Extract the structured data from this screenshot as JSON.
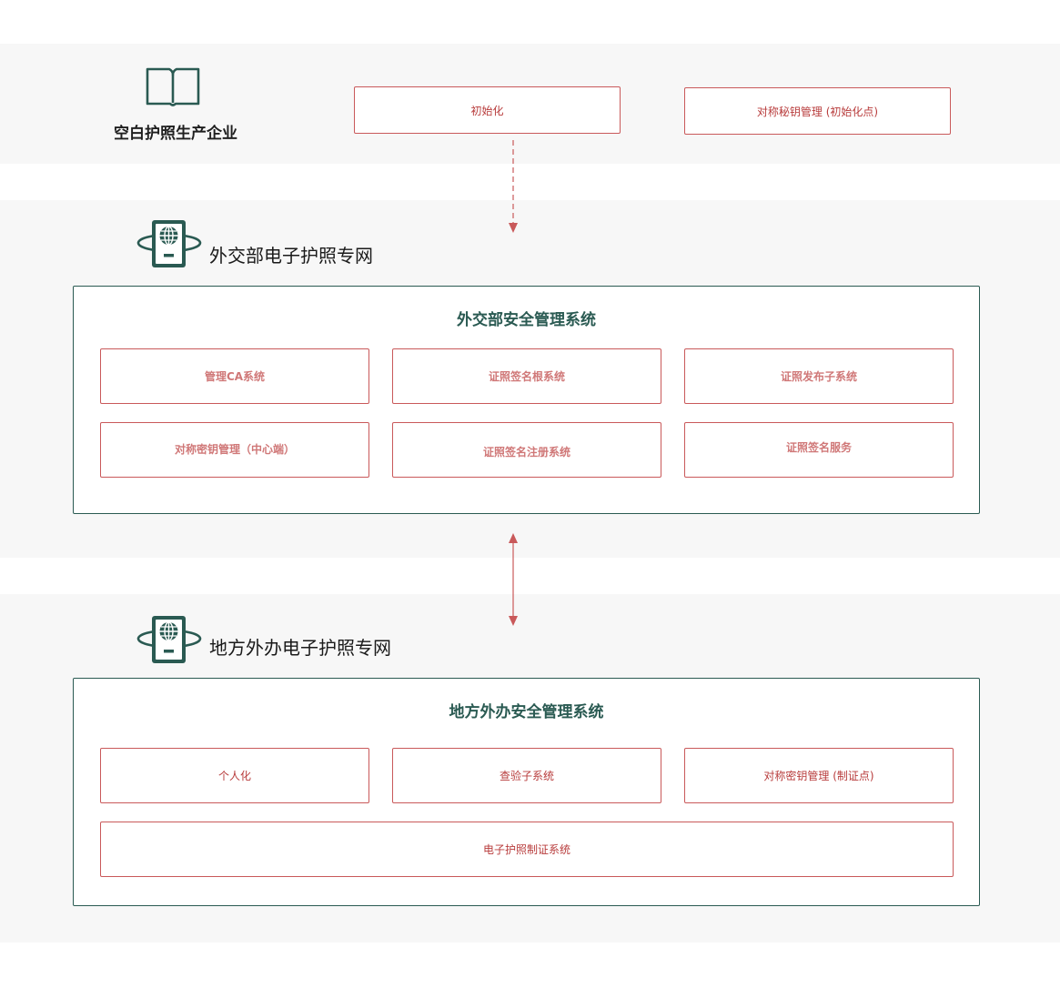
{
  "enterprise": {
    "label": "空白护照生产企业",
    "icon": "open-book-icon",
    "boxes": [
      {
        "label": "初始化"
      },
      {
        "label": "对称秘钥管理 (初始化点)"
      }
    ]
  },
  "mfa_network": {
    "title": "外交部电子护照专网",
    "icon": "passport-globe-icon",
    "system": {
      "title": "外交部安全管理系统",
      "boxes": [
        {
          "label": "管理CA系统"
        },
        {
          "label": "证照签名根系统"
        },
        {
          "label": "证照发布子系统"
        },
        {
          "label": "对称密钥管理（中心端）"
        },
        {
          "label": "证照签名注册系统"
        },
        {
          "label": "证照签名服务"
        }
      ]
    }
  },
  "local_network": {
    "title": "地方外办电子护照专网",
    "icon": "passport-globe-icon",
    "system": {
      "title": "地方外办安全管理系统",
      "boxes": [
        {
          "label": "个人化"
        },
        {
          "label": "查验子系统"
        },
        {
          "label": "对称密钥管理 (制证点)"
        },
        {
          "label": "电子护照制证系统"
        }
      ]
    }
  },
  "colors": {
    "accent_green": "#2a5a52",
    "box_border_red": "#c9595a",
    "box_text_red": "#b83c3c",
    "band_gray": "#f7f7f7"
  }
}
